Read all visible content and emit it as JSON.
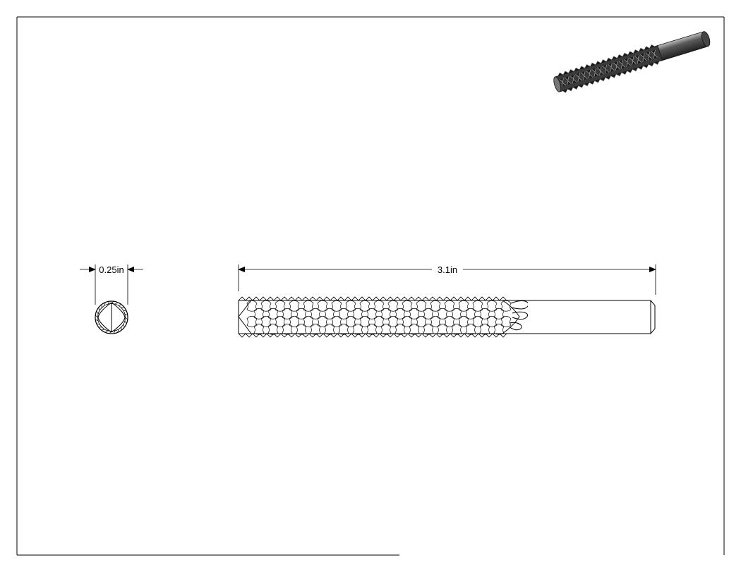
{
  "drawing": {
    "end_view_diameter": "0.25in",
    "side_view_length": "3.1in"
  },
  "colors": {
    "line": "#000000",
    "background": "#ffffff",
    "iso_dark": "#2a2a2a",
    "iso_mid": "#555555",
    "iso_light": "#9a9a9a"
  },
  "views": [
    "end-view",
    "side-view",
    "isometric-view"
  ]
}
